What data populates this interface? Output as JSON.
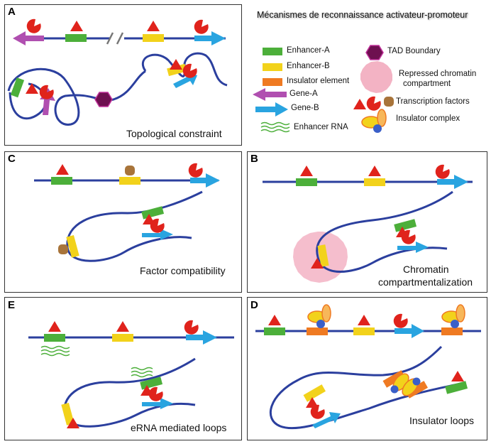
{
  "title": "Mécanismes de reconnaissance activateur-promoteur",
  "colors": {
    "dna": "#2b3f9e",
    "enhancer_a": "#4caf3a",
    "enhancer_b": "#f2d21b",
    "insulator": "#ef7a22",
    "gene_a": "#b04fb0",
    "gene_b": "#29a4e0",
    "tf_red": "#e0231c",
    "tf_brown": "#a8743a",
    "tad": "#6e1050",
    "repressed": "#f3b3c4"
  },
  "panels": {
    "a": {
      "letter": "A",
      "caption": "Topological constraint"
    },
    "c": {
      "letter": "C",
      "caption": "Factor compatibility"
    },
    "b": {
      "letter": "B",
      "caption_line1": "Chromatin",
      "caption_line2": "compartmentalization"
    },
    "e": {
      "letter": "E",
      "caption": "eRNA mediated loops"
    },
    "d": {
      "letter": "D",
      "caption": "Insulator loops"
    }
  },
  "legend": {
    "enhancer_a": "Enhancer-A",
    "enhancer_b": "Enhancer-B",
    "insulator": "Insulator element",
    "gene_a": "Gene-A",
    "gene_b": "Gene-B",
    "enhancer_rna": "Enhancer RNA",
    "tad": "TAD Boundary",
    "repressed_line1": "Repressed chromatin",
    "repressed_line2": "compartment",
    "tfs": "Transcription factors",
    "insulator_complex": "Insulator complex"
  }
}
